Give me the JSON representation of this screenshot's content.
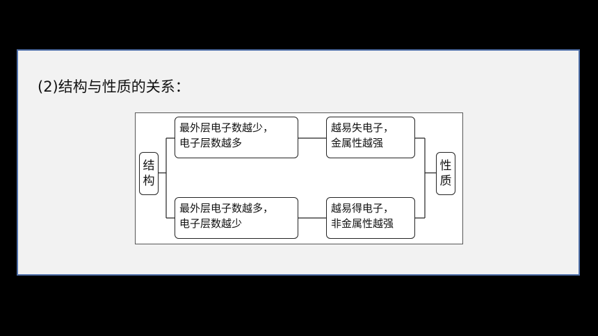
{
  "heading": "(2)结构与性质的关系：",
  "diagram": {
    "left_box": {
      "chars": [
        "结",
        "构"
      ]
    },
    "right_box": {
      "chars": [
        "性",
        "质"
      ]
    },
    "top_structure": {
      "lines": [
        "最外层电子数越少，",
        "电子层数越多"
      ]
    },
    "bottom_structure": {
      "lines": [
        "最外层电子数越多，",
        "电子层数越少"
      ]
    },
    "top_property": {
      "lines": [
        "越易失电子，",
        "金属性越强"
      ]
    },
    "bottom_property": {
      "lines": [
        "越易得电子，",
        "非金属性越强"
      ]
    }
  },
  "colors": {
    "slide_background": "#f2f2f2",
    "slide_border": "#4f6fa8",
    "page_background": "#000000"
  }
}
